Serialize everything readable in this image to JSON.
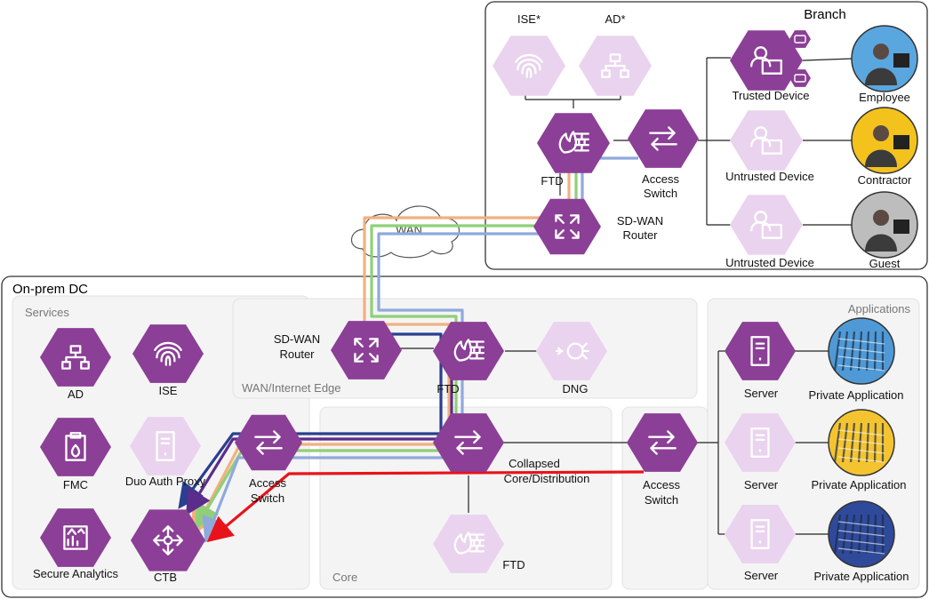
{
  "regions": {
    "branch": "Branch",
    "dc": "On-prem DC"
  },
  "zones": {
    "services": "Services",
    "wan_edge": "WAN/Internet Edge",
    "core": "Core",
    "applications": "Applications"
  },
  "cloud": {
    "label": "WAN"
  },
  "nodes": {
    "branch_ise": "ISE*",
    "branch_ad": "AD*",
    "branch_ftd": "FTD",
    "branch_access_switch": "Access\nSwitch",
    "branch_sdwan_router": "SD-WAN\nRouter",
    "trusted_device": "Trusted Device",
    "untrusted_device_1": "Untrusted Device",
    "untrusted_device_2": "Untrusted Device",
    "employee": "Employee",
    "contractor": "Contractor",
    "guest": "Guest",
    "dc_ad": "AD",
    "dc_ise": "ISE",
    "fmc": "FMC",
    "duo_auth_proxy": "Duo Auth Proxy",
    "secure_analytics": "Secure Analytics",
    "ctb": "CTB",
    "dc_access_switch_left": "Access\nSwitch",
    "dc_sdwan_router": "SD-WAN\nRouter",
    "dc_ftd_edge": "FTD",
    "dng": "DNG",
    "collapsed_core": "Collapsed\nCore/Distribution",
    "dc_ftd_core": "FTD",
    "dc_access_switch_right": "Access\nSwitch",
    "server_1": "Server",
    "server_2": "Server",
    "server_3": "Server",
    "private_app_1": "Private Application",
    "private_app_2": "Private Application",
    "private_app_3": "Private Application"
  },
  "colors": {
    "dark_node": "#8b3f96",
    "light_node": "#ead3ee",
    "flow_orange": "#f2b07e",
    "flow_green": "#8fcf78",
    "flow_blue": "#8fa9dc",
    "flow_navy": "#2a3f8f",
    "flow_purple": "#5a2c8c",
    "flow_red": "#e8131a",
    "app_blue": "#4f9ad6",
    "app_yellow": "#f4c430",
    "app_navy": "#2f4a9a"
  }
}
